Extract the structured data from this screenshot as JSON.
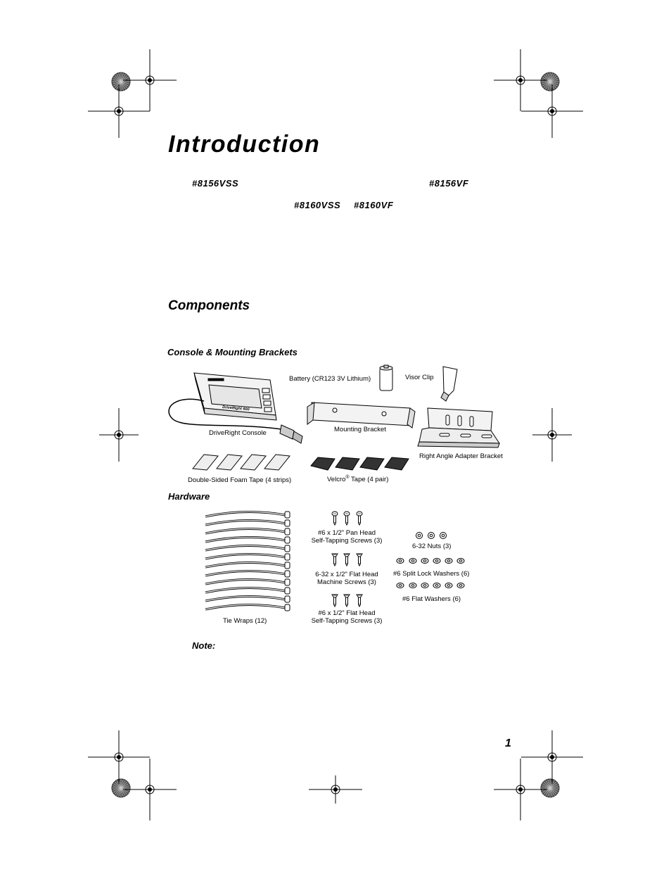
{
  "heading": "Introduction",
  "models": {
    "m1": "#8156VSS",
    "m2": "#8156VF",
    "m3": "#8160VSS",
    "m4": "#8160VF"
  },
  "components_heading": "Components",
  "console_heading": "Console & Mounting Brackets",
  "captions": {
    "battery": "Battery (CR123 3V Lithium)",
    "visor": "Visor Clip",
    "console": "DriveRight Console",
    "mounting": "Mounting Bracket",
    "right_angle": "Right Angle Adapter Bracket",
    "foam": "Double-Sided Foam Tape (4 strips)",
    "velcro": "Velcro",
    "velcro_reg": "®",
    "velcro_rest": " Tape (4 pair)"
  },
  "hardware_heading": "Hardware",
  "hardware": {
    "tie_wraps": "Tie Wraps (12)",
    "pan_head_1": "#6 x 1/2\" Pan Head",
    "pan_head_2": "Self-Tapping Screws (3)",
    "machine_1": "6-32 x 1/2\" Flat Head",
    "machine_2": "Machine Screws (3)",
    "flat_tap_1": "#6 x 1/2\" Flat Head",
    "flat_tap_2": "Self-Tapping Screws (3)",
    "nuts": "6-32 Nuts (3)",
    "lock_washers": "#6 Split Lock Washers (6)",
    "flat_washers": "#6 Flat Washers (6)"
  },
  "note_label": "Note:",
  "page_number": "1",
  "console_brand": "DriveRight 600"
}
